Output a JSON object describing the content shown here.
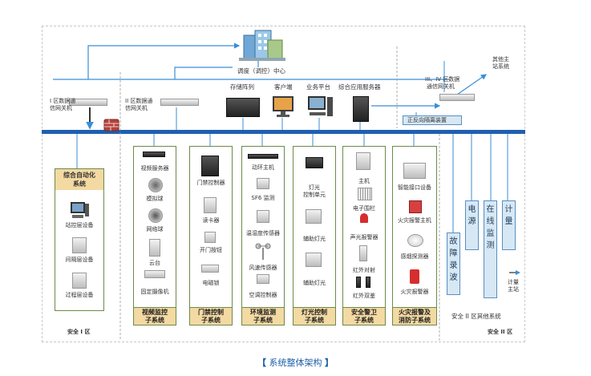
{
  "caption": "系统整体架构",
  "caption_left_bracket": "【",
  "caption_right_bracket": "】",
  "top": {
    "dispatch_center": "调度（调控）中心",
    "zone1_gateway": [
      "I 区数据通",
      "信网关机"
    ],
    "zone2_gateway": [
      "II 区数据通",
      "信网关机"
    ],
    "zone34_gateway": [
      "III、IV 区数据",
      "通信网关机"
    ],
    "other_master": [
      "其他主",
      "站系统"
    ],
    "storage": "存储阵列",
    "client": "客户端",
    "business": "业务平台",
    "app_server": "综合应用服务器",
    "isolation": "正反向隔离装置"
  },
  "left_panel": {
    "title": [
      "综合自动化",
      "系统"
    ],
    "items": [
      "站控层设备",
      "间隔层设备",
      "过程层设备"
    ],
    "zone_label": "安全 I 区"
  },
  "subsystems": [
    {
      "title": [
        "视频监控",
        "子系统"
      ],
      "items": [
        "视频服务器",
        "模拟球",
        "网络球",
        "云台",
        "固定摄像机"
      ]
    },
    {
      "title": [
        "门禁控制",
        "子系统"
      ],
      "items": [
        "门禁控制器",
        "读卡器",
        "开门按钮",
        "电磁锁"
      ]
    },
    {
      "title": [
        "环境监测",
        "子系统"
      ],
      "items": [
        "动环主机",
        "SF6 监测",
        "温湿度传感器",
        "风速传感器",
        "空调控制器"
      ]
    },
    {
      "title": [
        "灯光控制",
        "子系统"
      ],
      "items": [
        "灯光",
        "控制单元",
        "辅助灯光",
        "辅助灯光"
      ]
    },
    {
      "title": [
        "安全警卫",
        "子系统"
      ],
      "items": [
        "主机",
        "电子围栏",
        "声光报警器",
        "红外对射",
        "红外双鉴"
      ]
    },
    {
      "title": [
        "火灾报警及",
        "消防子系统"
      ],
      "items": [
        "智能接口设备",
        "火灾报警主机",
        "感烟探测器",
        "火灾报警器"
      ]
    }
  ],
  "other_systems": {
    "boxes": [
      "故障录波",
      "电源",
      "在线监测",
      "计量"
    ],
    "meter_note": [
      "计量",
      "主站"
    ],
    "label": "安全 II 区其他系统",
    "zone_label": "安全 II 区"
  },
  "colors": {
    "bus": "#1f5fb0",
    "line": "#3a8ed6",
    "column_border": "#6d8a4a",
    "title_bg": "#f3d9a2",
    "box_bg": "#d7e8f5"
  }
}
